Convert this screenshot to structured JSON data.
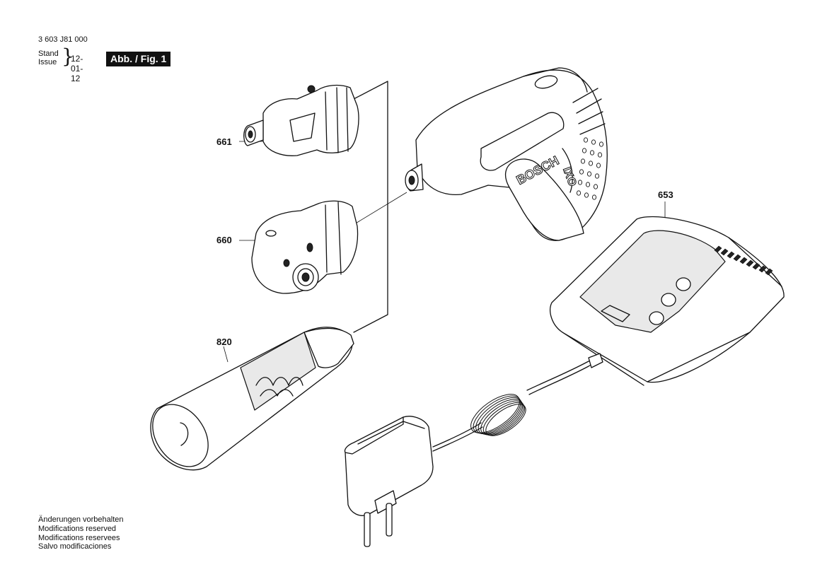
{
  "header": {
    "doc_number": "3 603 J81 000",
    "stand_label": "Stand",
    "issue_label": "Issue",
    "date": "12-01-12",
    "figure": "Abb. / Fig. 1"
  },
  "parts": [
    {
      "id": "661",
      "label": "661"
    },
    {
      "id": "660",
      "label": "660"
    },
    {
      "id": "820",
      "label": "820"
    },
    {
      "id": "653",
      "label": "653"
    }
  ],
  "brand_text": "BOSCH",
  "model_text": "IXO",
  "notes": [
    "Änderungen vorbehalten",
    "Modifications reserved",
    "Modifications reservees",
    "Salvo modificaciones"
  ]
}
